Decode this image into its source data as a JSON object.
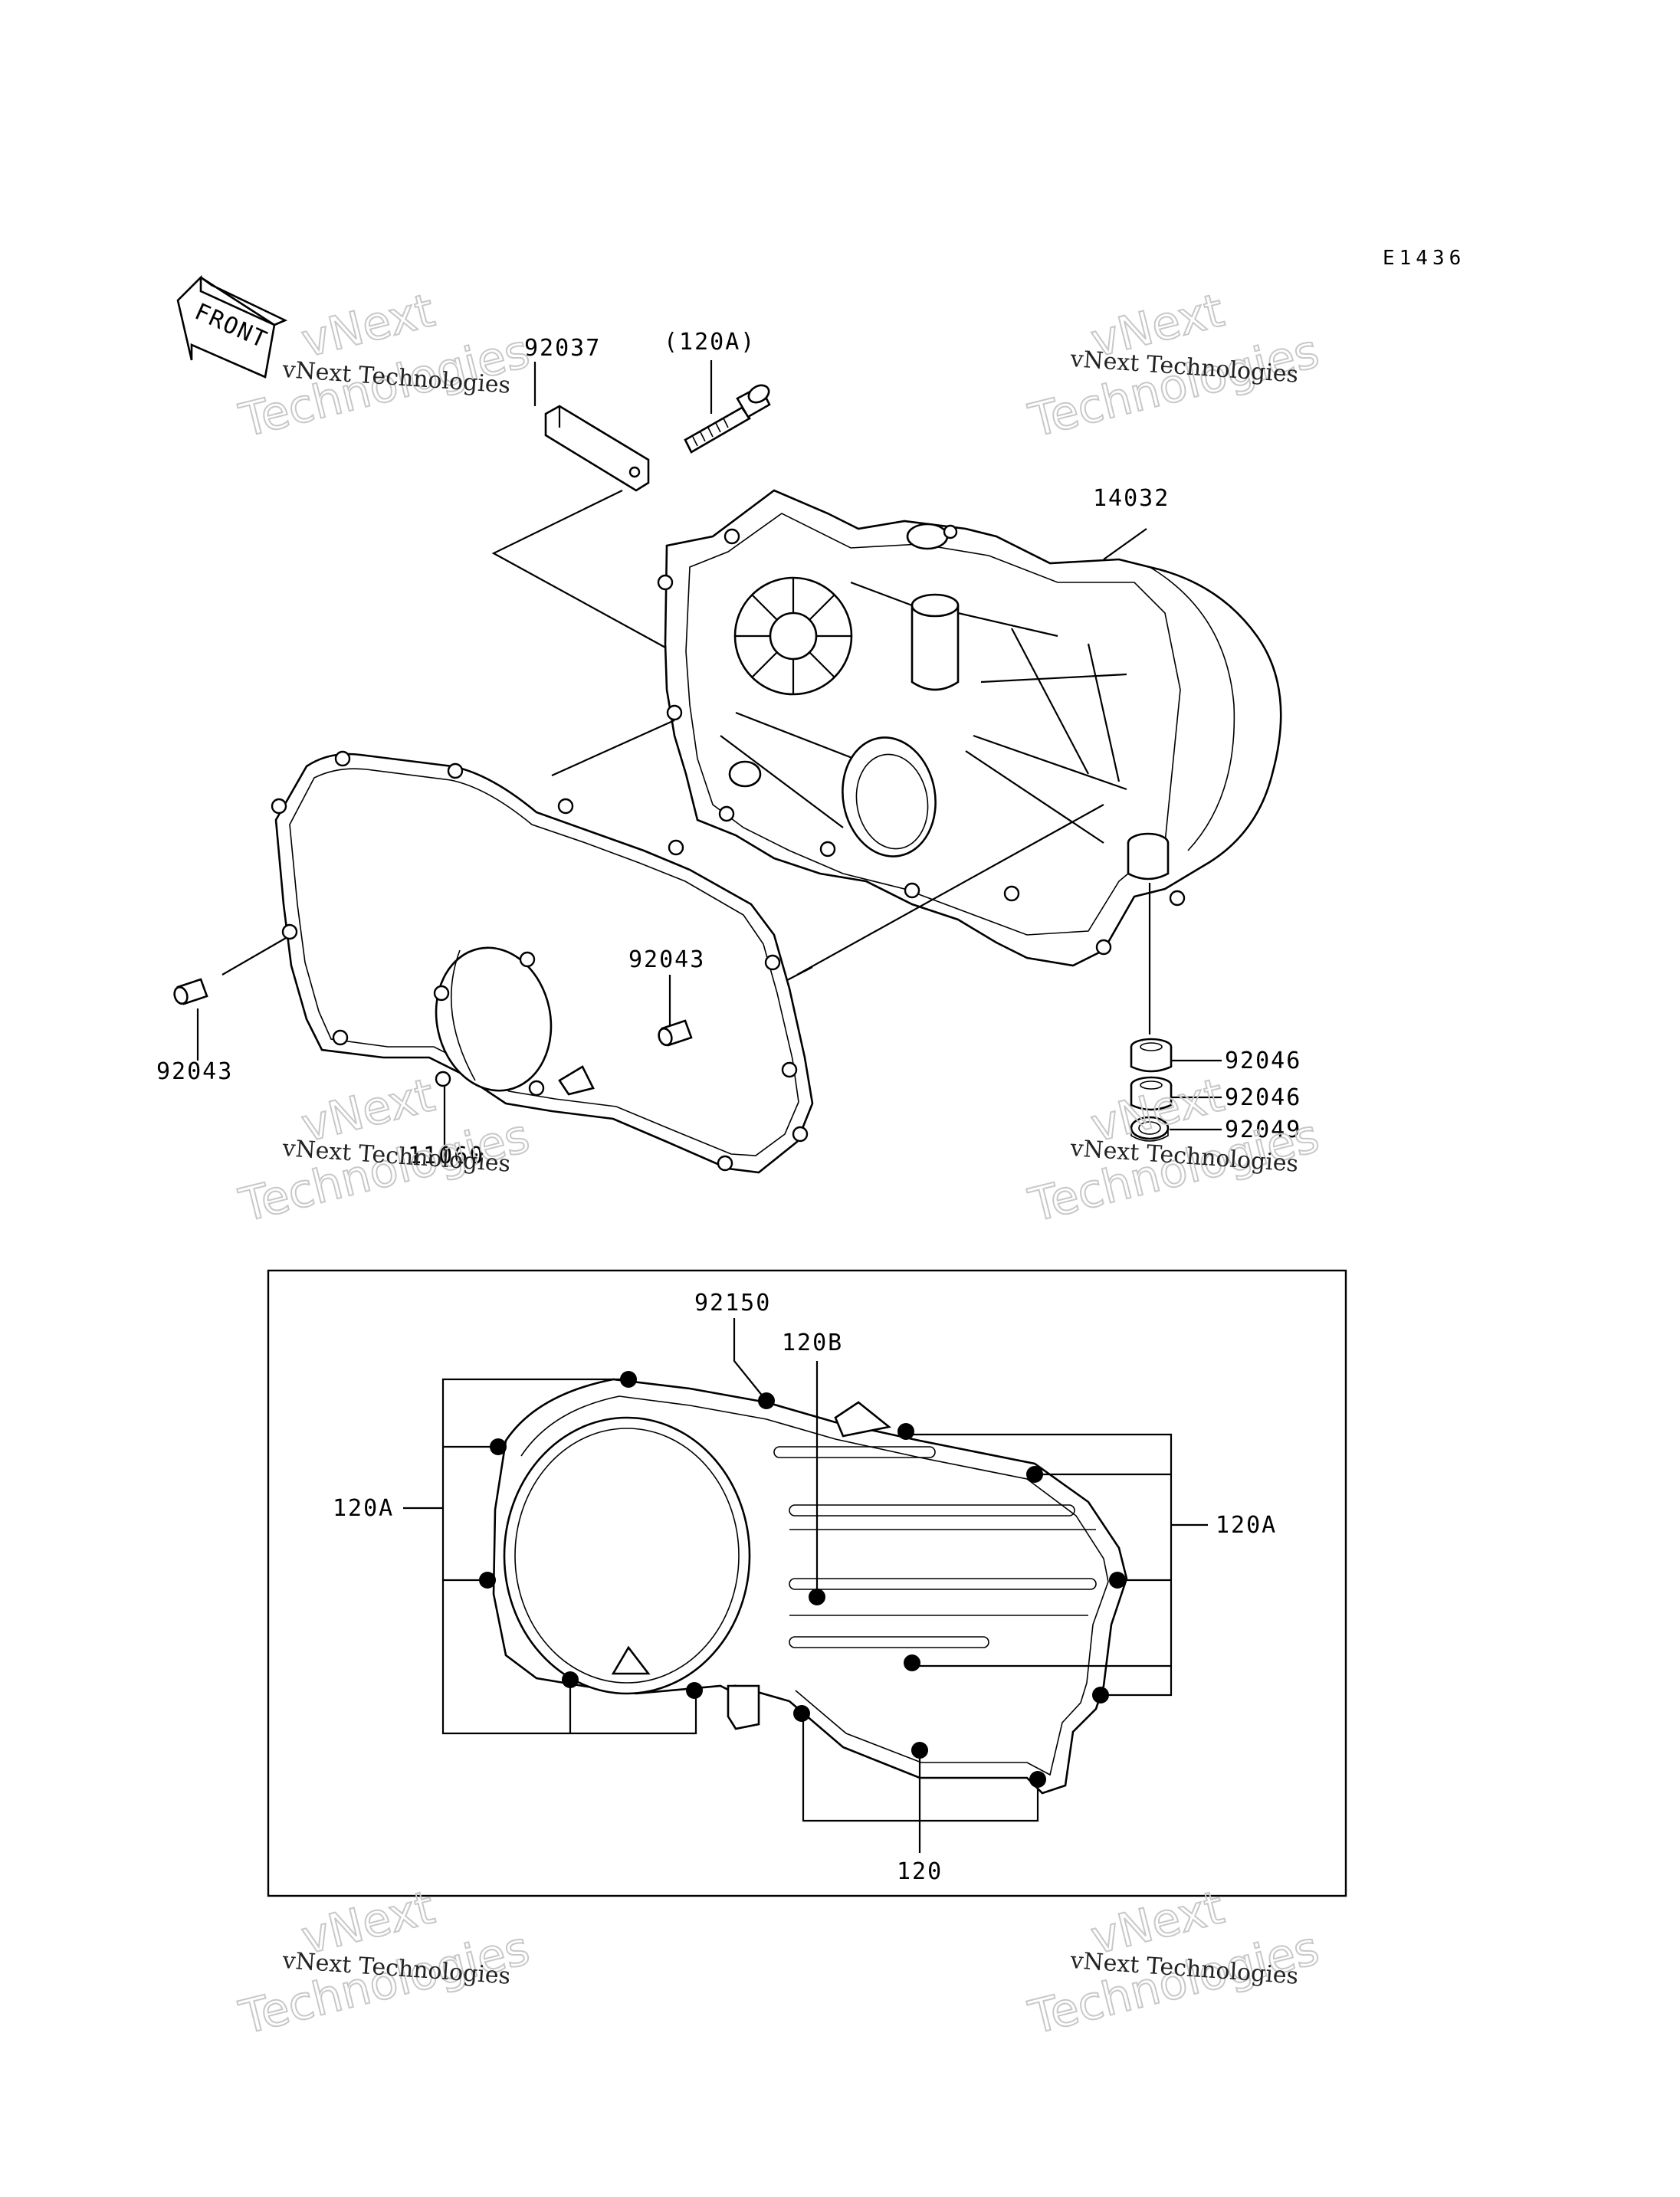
{
  "diagram_code": "E1436",
  "front_arrow": {
    "label": "FRONT",
    "icon": "front-direction-arrow-icon"
  },
  "parts": {
    "p92037": "92037",
    "p120A_paren": "(120A)",
    "p14032": "14032",
    "p92043_center": "92043",
    "p92043_left": "92043",
    "p92046_a": "92046",
    "p92046_b": "92046",
    "p92049": "92049",
    "p11060": "11060"
  },
  "inset": {
    "p92150": "92150",
    "p120B": "120B",
    "p120A_left": "120A",
    "p120A_right": "120A",
    "p120": "120"
  },
  "watermarks": [
    {
      "small": "vNext Technologies",
      "big_top": "vNext",
      "big_bottom": "Technologies"
    },
    {
      "small": "vNext Technologies",
      "big_top": "vNext",
      "big_bottom": "Technologies"
    },
    {
      "small": "vNext Technologies",
      "big_top": "vNext",
      "big_bottom": "Technologies"
    },
    {
      "small": "vNext Technologies",
      "big_top": "vNext",
      "big_bottom": "Technologies"
    },
    {
      "small": "vNext Technologies",
      "big_top": "vNext",
      "big_bottom": "Technologies"
    },
    {
      "small": "vNext Technologies",
      "big_top": "vNext",
      "big_bottom": "Technologies"
    }
  ]
}
